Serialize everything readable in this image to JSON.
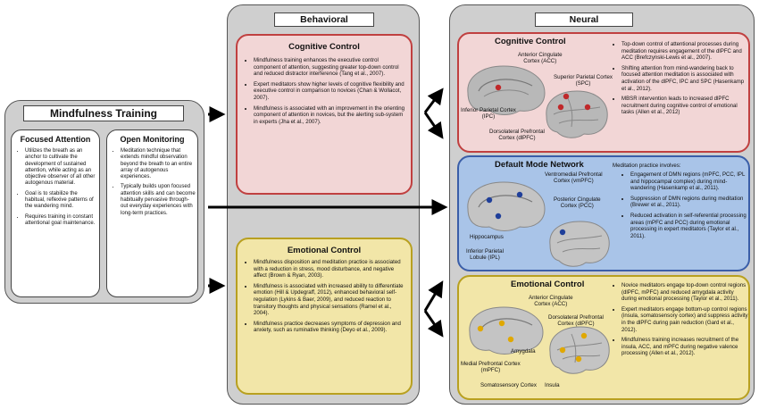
{
  "mindfulness": {
    "title": "Mindfulness Training",
    "focused": {
      "title": "Focused Attention",
      "bullets": [
        "Utilizes the breath as an anchor to cultivate the development of sustained attention, while acting as an objective observer of all other autogenous material.",
        "Goal is to stabilize the habitual, reflexive patterns of the wandering mind.",
        "Requires training in constant attentional goal maintenance."
      ]
    },
    "open": {
      "title": "Open Monitoring",
      "bullets": [
        "Meditation technique that extends mindful observation beyond the breath to an entire array of autogenous experiences.",
        "Typically builds upon focused attention skills and can become habitually pervasive through-out everyday experiences with long-term practices."
      ]
    }
  },
  "behavioral": {
    "title": "Behavioral",
    "cognitive": {
      "title": "Cognitive Control",
      "bullets": [
        "Mindfulness training enhances the executive control component of attention, suggesting greater top-down control and reduced distractor interference (Tang et al., 2007).",
        "Expert meditators show higher levels of cognitive flexibility and executive control in comparison to novices (Chan & Wollacot, 2007).",
        "Mindfulness is associated with an improvement in the orienting component of attention in novices, but the alerting sub-system in experts (Jha et al., 2007)."
      ]
    },
    "emotional": {
      "title": "Emotional Control",
      "bullets": [
        "Mindfulness disposition and meditation practice is associated with a reduction in stress, mood disturbance, and negative affect (Brown & Ryan, 2003).",
        "Mindfulness is associated with increased ability to differentiate emotion (Hill & Updegraff, 2012), enhanced behavioral self-regulation (Lykins & Baer, 2009), and reduced reaction to transitory thoughts and physical sensations (Ramel et al., 2004).",
        "Mindfulness practice decreases symptoms of depression and anxiety, such as ruminative thinking (Deyo et al., 2009)."
      ]
    }
  },
  "neural": {
    "title": "Neural",
    "cognitive": {
      "title": "Cognitive Control",
      "labels": {
        "acc": "Anterior Cingulate\nCortex (ACC)",
        "spc": "Superior Parietal Cortex\n(SPC)",
        "ipc": "Inferior Parietal Cortex\n(IPC)",
        "dlpfc": "Dorsolateral Prefrontal\nCortex (dlPFC)"
      },
      "bullets": [
        "Top-down control of attentional processes during meditation requires engagement of the dlPFC and ACC (Brefczynski-Lewis et al., 2007).",
        "Shifting attention from mind-wandering back to focused attention meditation is associated with activation of the dlPFC, IPC and SPC (Hasenkamp et al., 2012).",
        "MBSR intervention leads to increased dlPFC recruitment during cognitive control of emotional tasks (Allen et al., 2012)"
      ]
    },
    "dmn": {
      "title": "Default Mode Network",
      "labels": {
        "vmpfc": "Ventromedial Prefrontal\nCortex (vmPFC)",
        "pcc": "Posterior Cingulate\nCortex (PCC)",
        "hippo": "Hippocampus",
        "ipl": "Inferior Parietal\nLobule (IPL)"
      },
      "intro": "Meditation practice involves:",
      "bullets": [
        "Engagement of DMN regions (mPFC, PCC, IPL and hippocampal complex) during mind-wandering (Hasenkamp et al., 2011).",
        "Suppression of DMN regions during meditation (Brewer et al., 2011).",
        "Reduced activation in self-referential processing areas (mPFC and PCC) during emotional processing in expert meditators (Taylor et al., 2011)."
      ]
    },
    "emotional": {
      "title": "Emotional Control",
      "labels": {
        "acc": "Anterior Cingulate\nCortex (ACC)",
        "dlpfc": "Dorsolateral Prefrontal\nCortex (dlPFC)",
        "amyg": "Amygdala",
        "mpfc": "Medial Prefrontal Cortex\n(mPFC)",
        "soma": "Somatosensory Cortex",
        "insula": "Insula"
      },
      "bullets": [
        "Novice meditators engage top-down control regions (dlPFC, mPFC) and reduced amygdala activity during emotional processing (Taylor et al., 2011).",
        "Expert meditators engage bottom-up control regions (insula, somatosensory cortex) and suppress activity in the dlPFC during pain reduction (Gard et al., 2012).",
        "Mindfulness training increases recruitment of the insula, ACC, and mPFC during negative valence processing (Allen et al., 2012)."
      ]
    }
  },
  "colors": {
    "pink": "#f2d6d6",
    "yellow": "#f2e6a8",
    "blue": "#a9c4e8",
    "outer": "#cfcfcf",
    "red_dot": "#c0282a",
    "blue_dot": "#1f3f9a",
    "yellow_dot": "#e0a800"
  }
}
